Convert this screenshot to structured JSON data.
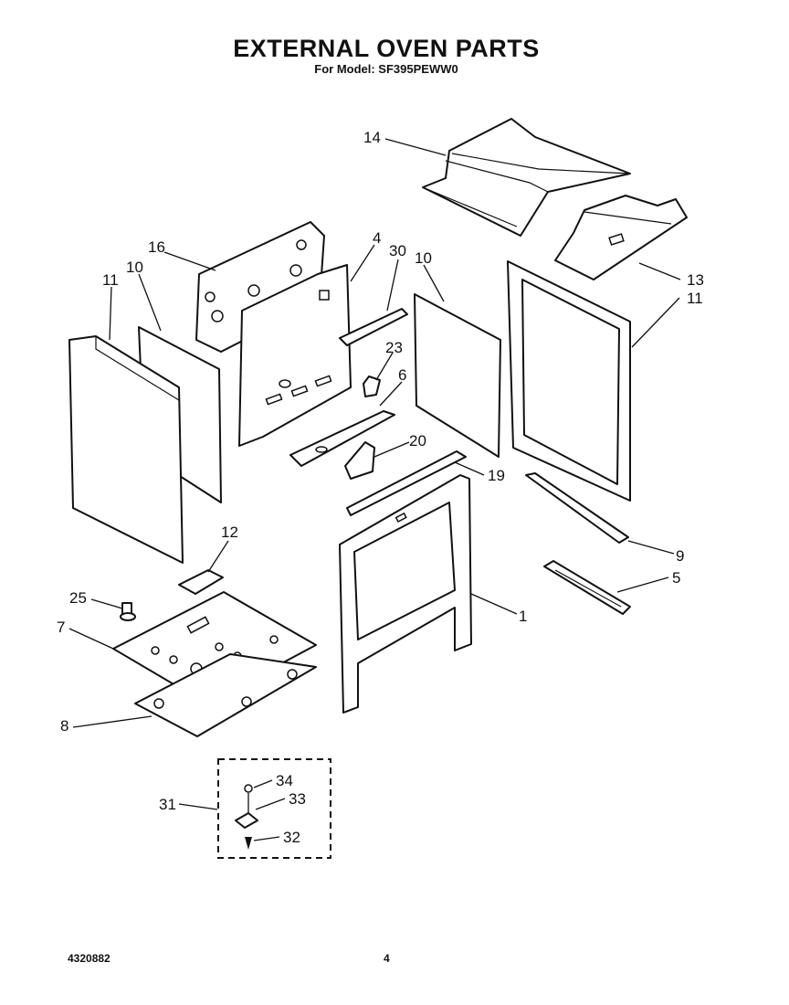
{
  "header": {
    "title": "EXTERNAL OVEN PARTS",
    "model_line": "For Model: SF395PEWW0"
  },
  "footer": {
    "doc_number": "4320882",
    "page_number": "4"
  },
  "callouts": {
    "p14": "14",
    "p13": "13",
    "p11_left": "11",
    "p11_right": "11",
    "p10_left": "10",
    "p10_right": "10",
    "p16": "16",
    "p4": "4",
    "p30": "30",
    "p23": "23",
    "p6": "6",
    "p20": "20",
    "p19": "19",
    "p9": "9",
    "p5": "5",
    "p1": "1",
    "p12": "12",
    "p25": "25",
    "p7": "7",
    "p8": "8",
    "p31": "31",
    "p34": "34",
    "p33": "33",
    "p32": "32"
  }
}
